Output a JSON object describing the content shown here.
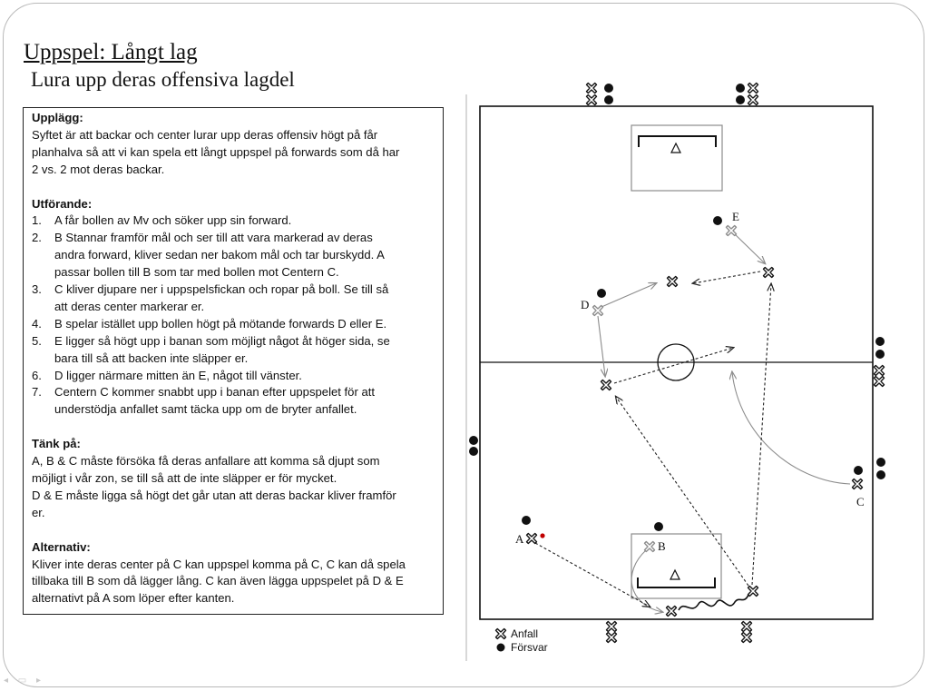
{
  "slide": {
    "title": "Uppspel: Långt lag",
    "subtitle": "Lura upp deras offensiva lagdel"
  },
  "textbox": {
    "upplagg": {
      "heading": "Upplägg:",
      "lines": [
        "Syftet är att backar och center lurar upp deras offensiv  högt på får",
        "planhalva så att vi kan spela ett långt uppspel på forwards som då har",
        "2 vs. 2 mot deras backar."
      ]
    },
    "utforande": {
      "heading": "Utförande:",
      "items": [
        {
          "num": "1.",
          "lines": [
            "A får bollen av Mv och söker upp sin forward."
          ]
        },
        {
          "num": "2.",
          "lines": [
            "B Stannar framför  mål och ser till att vara markerad av deras",
            "andra forward, kliver sedan ner bakom mål och tar burskydd. A",
            "passar bollen till B som tar med bollen mot Centern  C."
          ]
        },
        {
          "num": "3.",
          "lines": [
            "C kliver djupare ner i uppspelsfickan  och ropar på boll. Se till så",
            "att deras center markerar er."
          ]
        },
        {
          "num": "4.",
          "lines": [
            "B spelar istället upp bollen högt på mötande forwards  D eller E."
          ]
        },
        {
          "num": "5.",
          "lines": [
            "E ligger så högt upp i banan som möjligt något åt höger sida, se",
            "bara till så att backen inte släpper er."
          ]
        },
        {
          "num": "6.",
          "lines": [
            "D ligger närmare mitten än E, något till vänster."
          ]
        },
        {
          "num": "7.",
          "lines": [
            "Centern  C kommer snabbt upp i banan efter uppspelet för att",
            "understödja anfallet samt täcka upp om de bryter anfallet."
          ]
        }
      ]
    },
    "tank_pa": {
      "heading": "Tänk på:",
      "lines": [
        "A, B & C måste försöka få deras anfallare att komma så djupt som",
        "möjligt i vår zon, se till så att de inte släpper er för mycket.",
        "D & E måste ligga så högt det går utan att deras backar kliver framför",
        "er."
      ]
    },
    "alternativ": {
      "heading": "Alternativ:",
      "lines": [
        "Kliver inte deras center på C kan uppspel komma på C, C kan då spela",
        "tillbaka till B som då lägger lång. C kan även lägga uppspelet på D & E",
        "alternativt på A som löper efter  kanten."
      ]
    }
  },
  "diagram": {
    "player_labels": {
      "a": "A",
      "b": "B",
      "c": "C",
      "d": "D",
      "e": "E"
    },
    "legend": {
      "attack": "Anfall",
      "defense": "Försvar"
    },
    "colors": {
      "line": "#222222",
      "movement": "#8c8c8c",
      "ball": "#c00000",
      "goal_crease": "#8c8c8c"
    }
  }
}
